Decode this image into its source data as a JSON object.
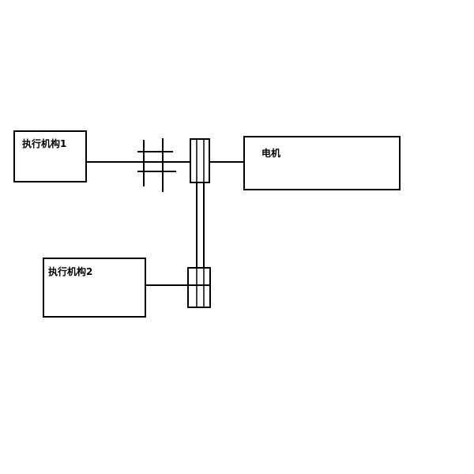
{
  "blocks": {
    "actuator1": {
      "label": "执行机构1"
    },
    "actuator2": {
      "label": "执行机构2"
    },
    "motor": {
      "label": "电机"
    }
  }
}
